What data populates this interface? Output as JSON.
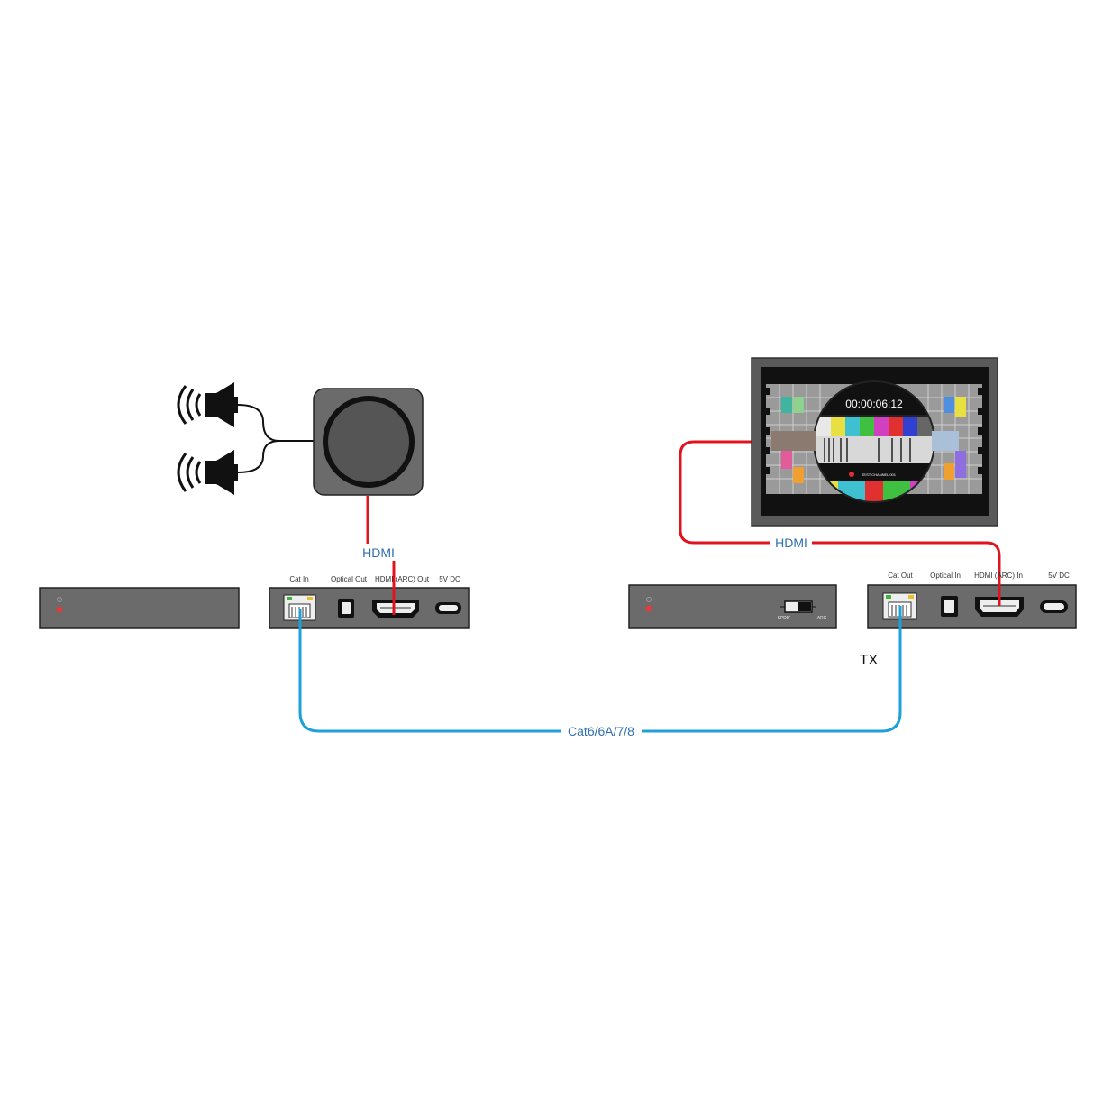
{
  "colors": {
    "hdmi_cable": "#e0141e",
    "hdmi_label": "#2f6fb3",
    "cat_cable": "#1da1d8",
    "cat_label": "#2f6fb3",
    "device_body": "#6b6b6b",
    "led": "#e33b3b"
  },
  "labels": {
    "hdmi_left": "HDMI",
    "hdmi_right": "HDMI",
    "cat_cable": "Cat6/6A/7/8",
    "tx": "TX"
  },
  "rx_back_panel": {
    "ports": [
      "Cat In",
      "Optical Out",
      "HDMI (ARC) Out",
      "5V DC"
    ]
  },
  "tx_back_panel": {
    "ports": [
      "Cat Out",
      "Optical In",
      "HDMI (ARC) In",
      "5V DC"
    ]
  },
  "tx_front_panel": {
    "switch_left": "SPDIF",
    "switch_right": "ARC"
  },
  "tv": {
    "timecode": "00:00:06:12",
    "caption": "TEST CHANNEL 001"
  },
  "icons": {
    "speakers": "speaker-icon",
    "soundbar": "subwoofer-icon",
    "display": "tv-icon"
  }
}
